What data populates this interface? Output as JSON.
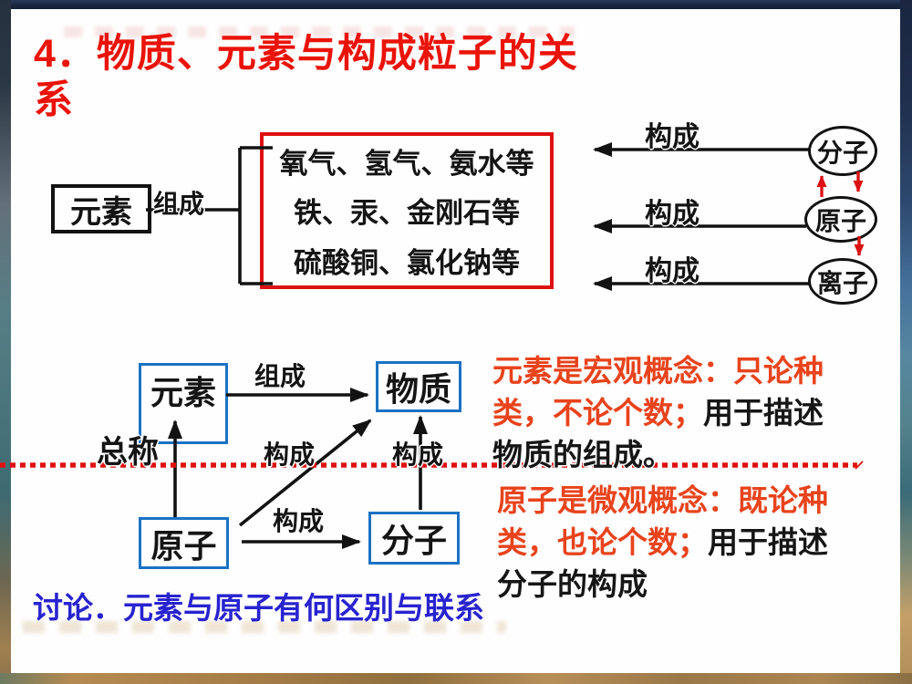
{
  "slide": {
    "title_line1": "4．物质、元素与构成粒子的关",
    "title_line2": "系",
    "discussion": "讨论．元素与原子有何区别与联系"
  },
  "top_diagram": {
    "element_label": "元素",
    "compose_label": "组成",
    "substance_lines": [
      "氧气、氢气、氨水等",
      "铁、汞、金刚石等",
      "硫酸铜、氯化钠等"
    ],
    "constitute_labels": [
      "构成",
      "构成",
      "构成"
    ],
    "particles": {
      "molecule": "分子",
      "atom": "原子",
      "ion": "离子"
    }
  },
  "middle_diagram": {
    "element_label": "元素",
    "matter_label": "物质",
    "atom_label": "原子",
    "molecule_label": "分子",
    "compose_label": "组成",
    "general_term_label": "总称",
    "constitute_labels": [
      "构成",
      "构成",
      "构成"
    ]
  },
  "notes": {
    "macro_lines": [
      {
        "red": "元素是宏观概念：只论种",
        "black": ""
      },
      {
        "red": "类，不论个数；",
        "black": "用于描述"
      },
      {
        "red": "",
        "black": "物质的组成。"
      }
    ],
    "micro_lines": [
      {
        "red": "原子是微观概念：既论种",
        "black": ""
      },
      {
        "red": "类，也论个数；",
        "black": "用于描述"
      },
      {
        "red": "",
        "black": "分子的构成"
      }
    ]
  },
  "colors": {
    "title_red": "#ea1309",
    "substance_box_red": "#dd1111",
    "note_red": "#e8431c",
    "blue_box_border": "#1b72c4",
    "discussion_blue": "#2823cf",
    "dotted_line_red": "#e01010"
  }
}
